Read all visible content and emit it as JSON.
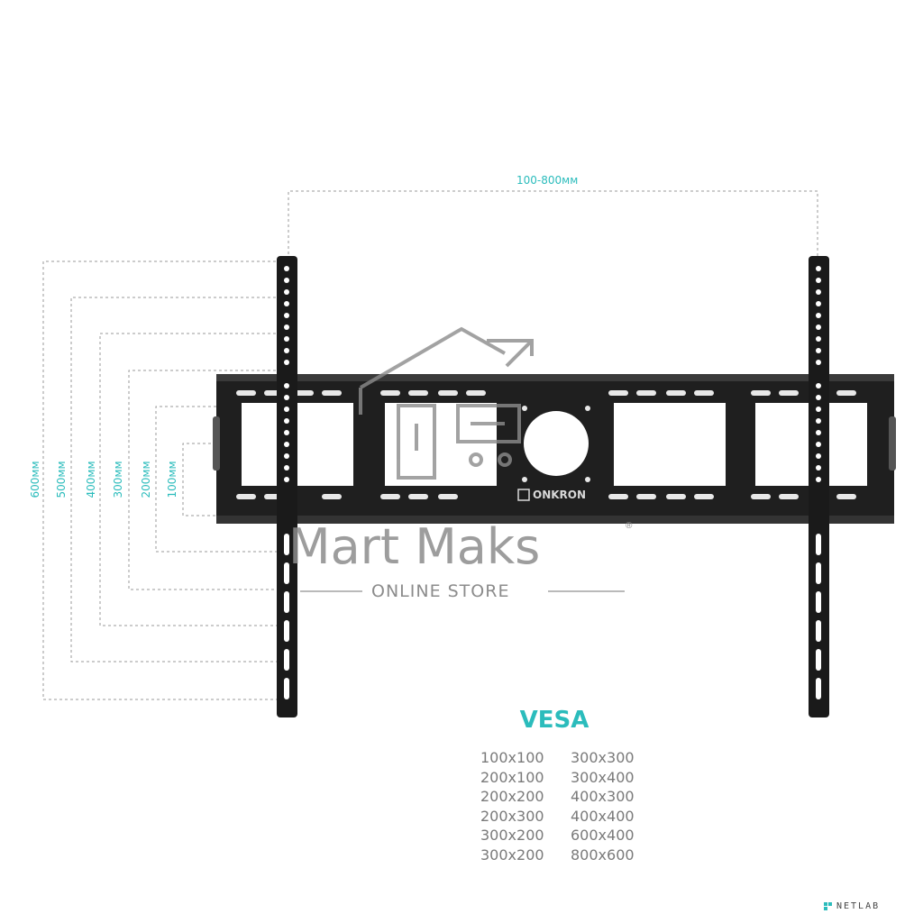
{
  "dimensions": {
    "width_label": "100-800мм",
    "heights": [
      "600мм",
      "500мм",
      "400мм",
      "300мм",
      "200мм",
      "100мм"
    ]
  },
  "brand": "ONKRON",
  "vesa": {
    "title": "VESA",
    "col1": [
      "100x100",
      "200x100",
      "200x200",
      "200x300",
      "300x200",
      "300x200"
    ],
    "col2": [
      "300x300",
      "300x400",
      "400x300",
      "400x400",
      "600x400",
      "800x600"
    ]
  },
  "watermark": {
    "title": "Mart Maks",
    "registered": "®",
    "subtitle": "ONLINE STORE"
  },
  "corner_mark": "NETLAB",
  "colors": {
    "accent": "#2bbcbc",
    "metal": "#1e1e1e",
    "watermark": "#8c8c8c"
  }
}
